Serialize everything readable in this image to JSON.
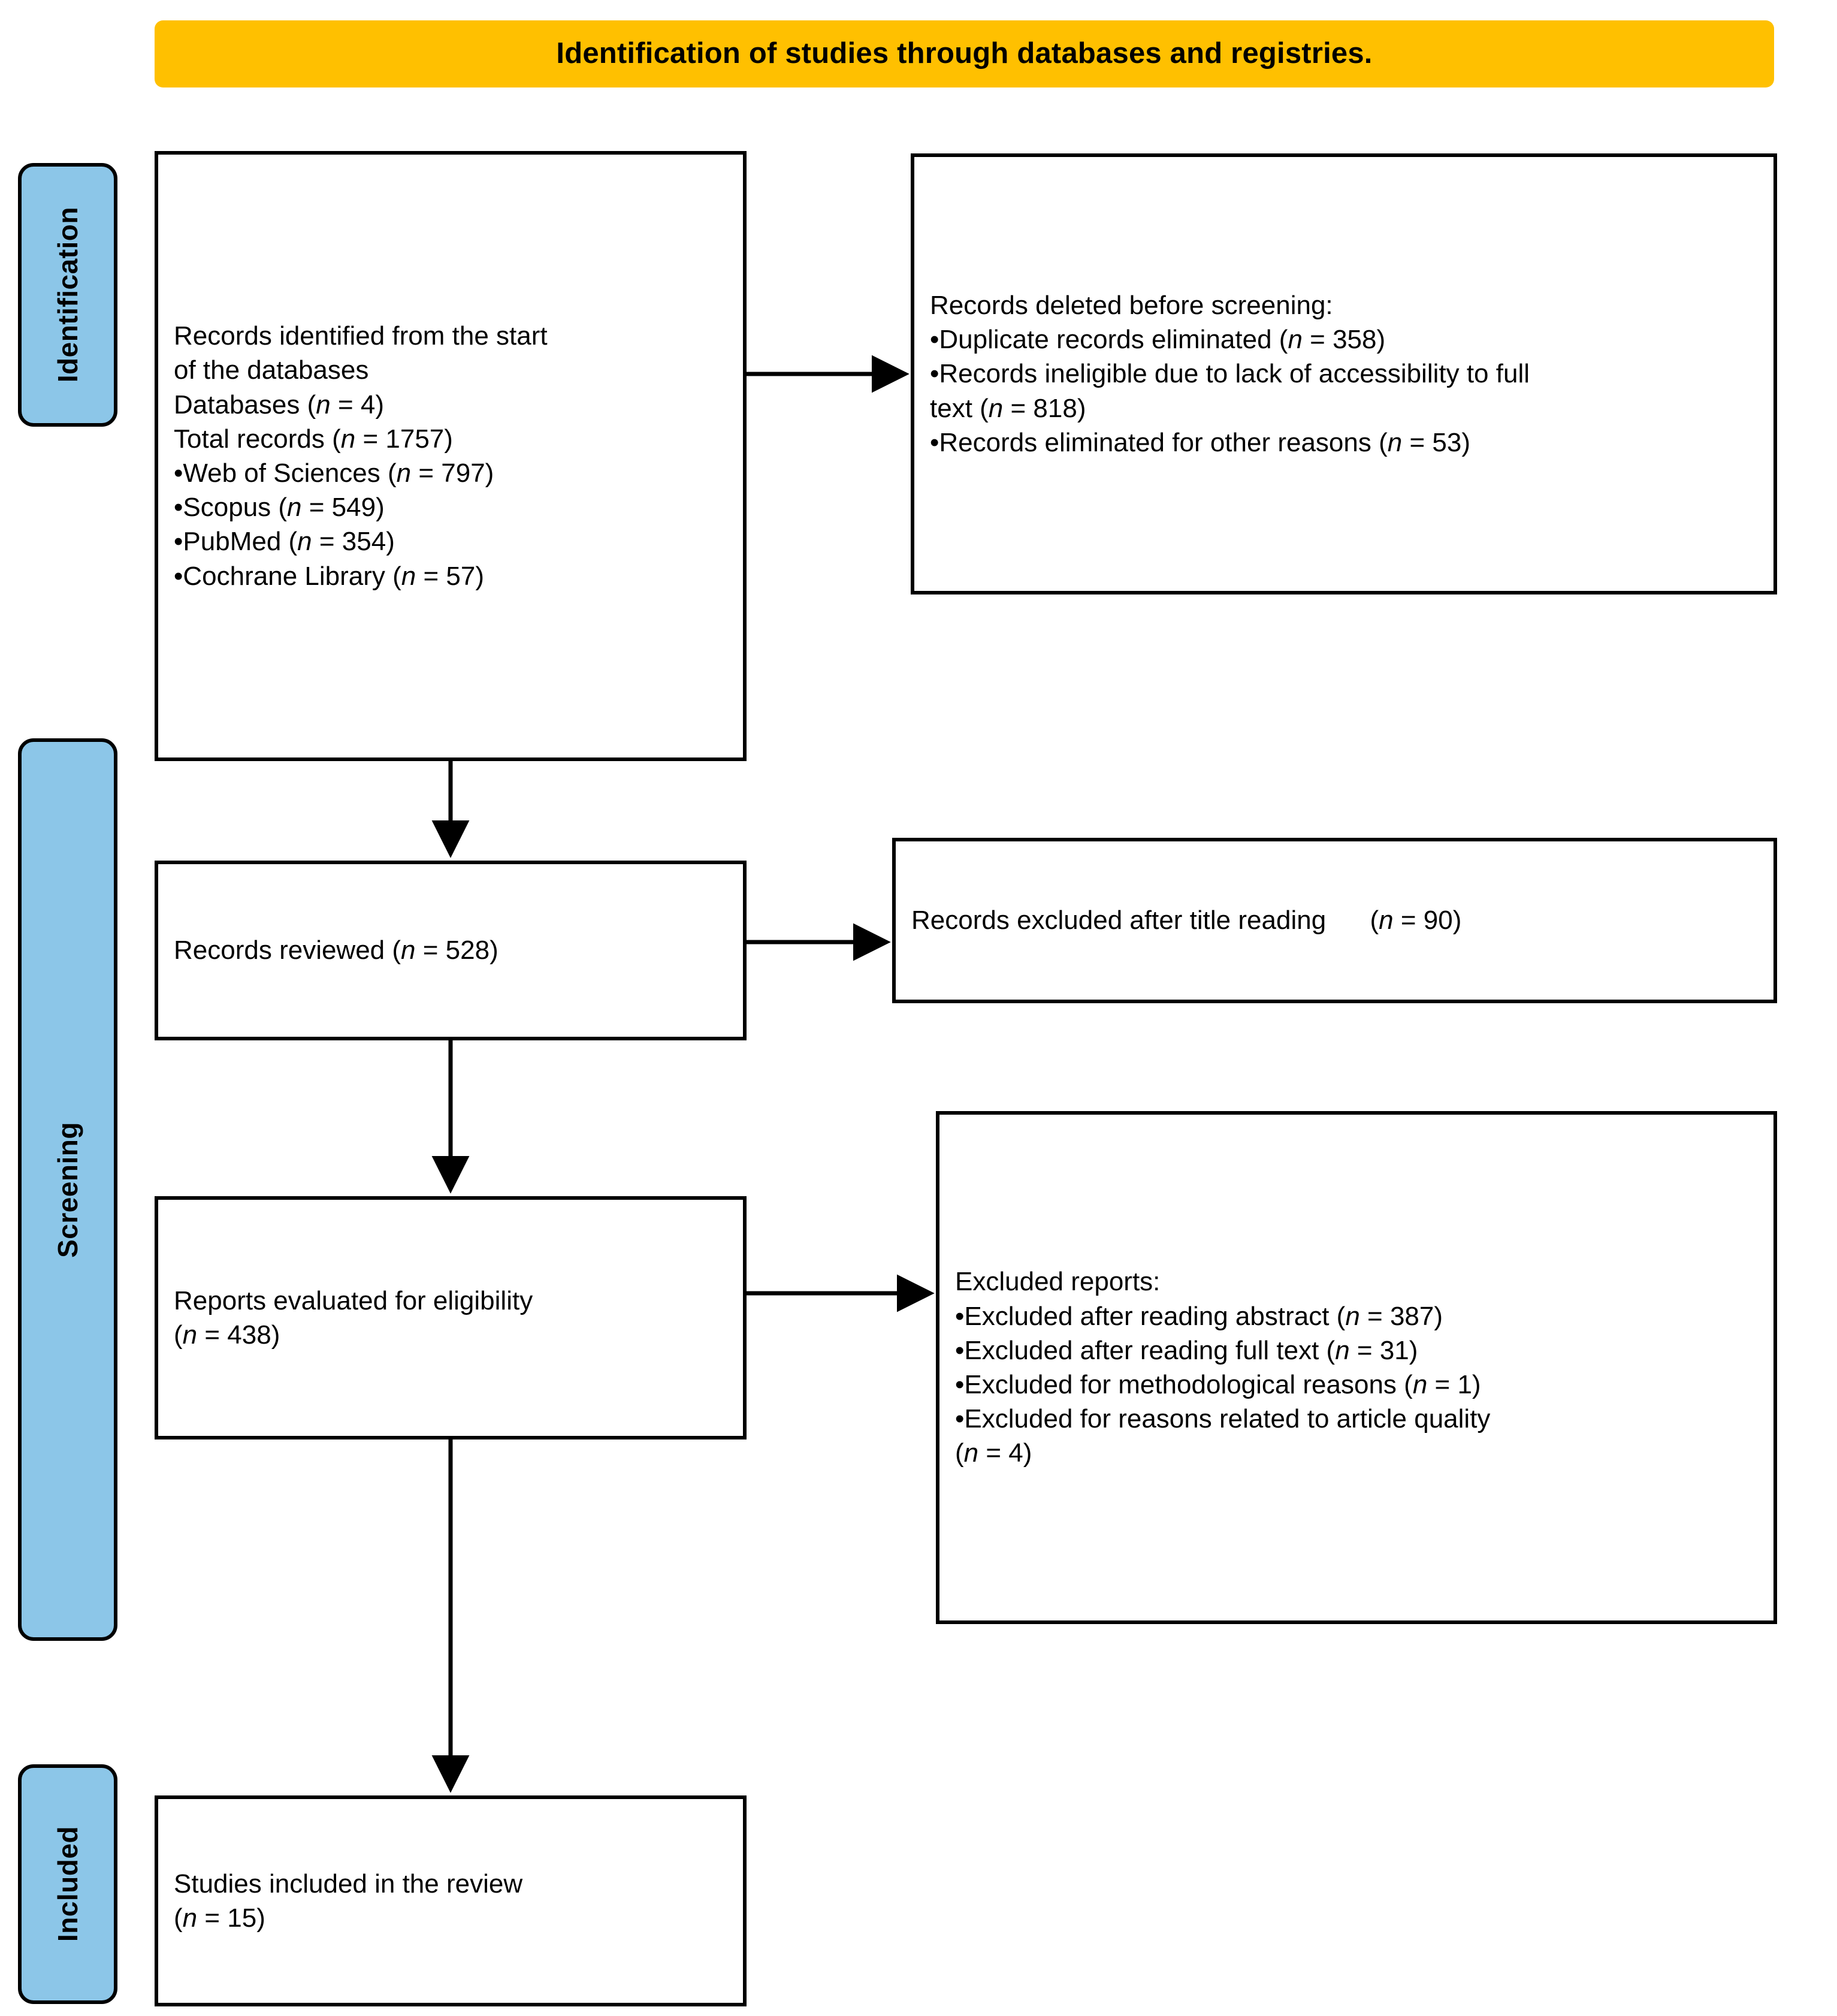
{
  "diagram": {
    "type": "prisma-flow-diagram",
    "title": "Identification of studies through databases and registries.",
    "colors": {
      "title_banner": "#FFC000",
      "stage_bar": "#8CC6E8",
      "box_border": "#000000",
      "box_fill": "#FFFFFF",
      "text": "#000000"
    }
  },
  "stages": [
    {
      "id": "identification",
      "label": "Identification"
    },
    {
      "id": "screening",
      "label": "Screening"
    },
    {
      "id": "included",
      "label": "Included"
    }
  ],
  "boxes": {
    "identified": {
      "id": "records-identified",
      "lines": [
        "Records identified from the start",
        "of the databases",
        "Databases (n = 4)",
        "Total records (n = 1757)",
        "•Web of Sciences (n = 797)",
        "•Scopus (n = 549)",
        "•PubMed (n = 354)",
        "•Cochrane Library (n = 57)"
      ]
    },
    "deleted": {
      "id": "records-deleted",
      "lines": [
        "Records deleted before screening:",
        "•Duplicate records eliminated (n = 358)",
        "•Records ineligible due to lack of accessibility to full",
        "text (n = 818)",
        "•Records eliminated for other reasons (n = 53)"
      ]
    },
    "reviewed": {
      "id": "records-reviewed",
      "lines": [
        "Records reviewed (n = 528)"
      ]
    },
    "excluded_title": {
      "id": "records-excluded-title",
      "lines": [
        "Records excluded after title reading      (n = 90)"
      ]
    },
    "eligibility": {
      "id": "reports-evaluated-eligibility",
      "lines": [
        "Reports evaluated for eligibility",
        "(n = 438)"
      ]
    },
    "excluded_reports": {
      "id": "excluded-reports",
      "lines": [
        "Excluded reports:",
        "•Excluded after reading abstract (n = 387)",
        "•Excluded after reading full text (n = 31)",
        "•Excluded for methodological reasons (n = 1)",
        "•Excluded for reasons related to article quality",
        "(n = 4)"
      ]
    },
    "included": {
      "id": "studies-included",
      "lines": [
        "Studies included in the review",
        "(n = 15)"
      ]
    }
  },
  "counts": {
    "databases": 4,
    "total_records": 1757,
    "web_of_sciences": 797,
    "scopus": 549,
    "pubmed": 354,
    "cochrane_library": 57,
    "duplicate_records_eliminated": 358,
    "ineligible_no_full_text": 818,
    "eliminated_other_reasons": 53,
    "records_reviewed": 528,
    "excluded_after_title_reading": 90,
    "reports_evaluated": 438,
    "excluded_after_abstract": 387,
    "excluded_after_full_text": 31,
    "excluded_methodological": 1,
    "excluded_article_quality": 4,
    "studies_included": 15
  },
  "arrows": [
    {
      "id": "identified-to-deleted",
      "direction": "right"
    },
    {
      "id": "identified-to-reviewed",
      "direction": "down"
    },
    {
      "id": "reviewed-to-excluded-title",
      "direction": "right"
    },
    {
      "id": "reviewed-to-eligibility",
      "direction": "down"
    },
    {
      "id": "eligibility-to-excluded",
      "direction": "right"
    },
    {
      "id": "eligibility-to-included",
      "direction": "down"
    }
  ]
}
